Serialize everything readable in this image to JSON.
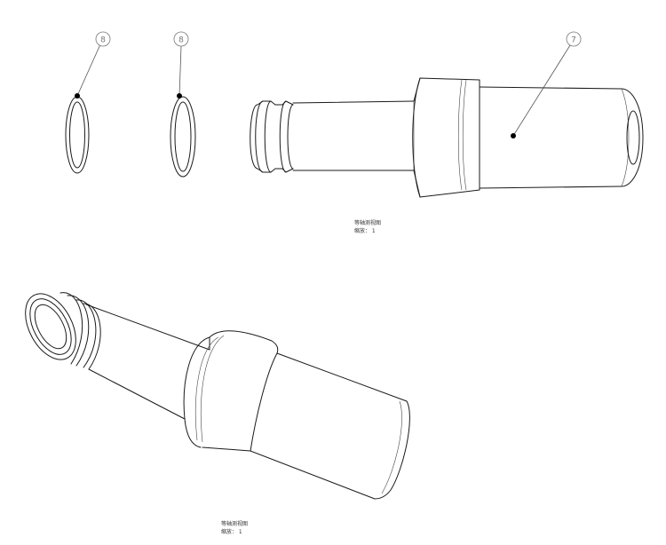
{
  "balloons": [
    {
      "label": "8"
    },
    {
      "label": "8"
    },
    {
      "label": "7"
    }
  ],
  "views": [
    {
      "title": "等轴测视图",
      "scale": "缩放： 1"
    },
    {
      "title": "等轴测视图",
      "scale": "缩放： 1"
    }
  ]
}
